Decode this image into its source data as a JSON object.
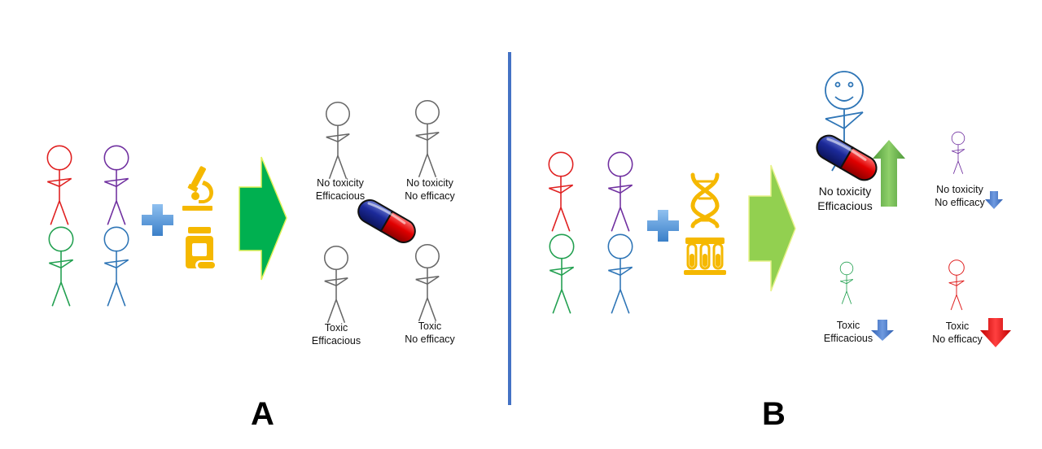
{
  "panels": {
    "a": {
      "letter": "A",
      "outcomes": [
        {
          "line1": "No toxicity",
          "line2": "Efficacious"
        },
        {
          "line1": "No toxicity",
          "line2": "No efficacy"
        },
        {
          "line1": "Toxic",
          "line2": "Efficacious"
        },
        {
          "line1": "Toxic",
          "line2": "No efficacy"
        }
      ]
    },
    "b": {
      "letter": "B",
      "outcomes": [
        {
          "line1": "No toxicity",
          "line2": "Efficacious"
        },
        {
          "line1": "No toxicity",
          "line2": "No efficacy"
        },
        {
          "line1": "Toxic",
          "line2": "Efficacious"
        },
        {
          "line1": "Toxic",
          "line2": "No efficacy"
        }
      ]
    }
  },
  "colors": {
    "red_person": "#e02020",
    "purple_person": "#7030a0",
    "green_person": "#22a050",
    "blue_person": "#2e75b6",
    "grey_person": "#666666",
    "plus": "#4a90d9",
    "icon_gold": "#f5b800",
    "arrow_a": "#00b050",
    "arrow_b": "#92d050",
    "divider": "#4472c4",
    "up_arrow": "#70ad47",
    "down_blue": "#4472c4",
    "down_red": "#ff0000"
  },
  "icons": [
    "stick-figure",
    "plus-icon",
    "microscope-icon",
    "pill-bottle-icon",
    "dna-icon",
    "test-tubes-icon",
    "capsule-icon",
    "big-right-arrow",
    "up-arrow-icon",
    "down-arrow-icon"
  ]
}
